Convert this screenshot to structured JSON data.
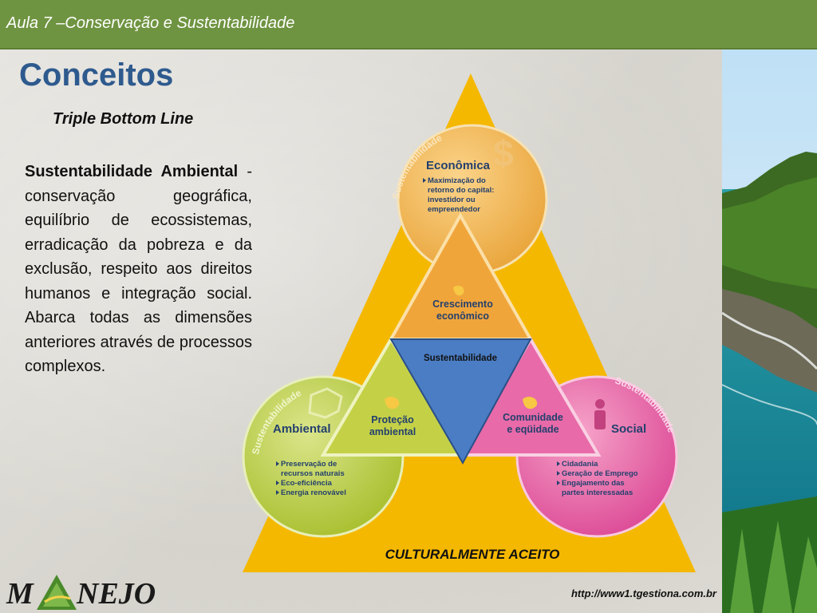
{
  "header": {
    "title": "Aula 7 –Conservação e Sustentabilidade"
  },
  "main": {
    "title": "Conceitos",
    "subtitle": "Triple Bottom Line",
    "body": {
      "term": "Sustentabilidade Ambiental",
      "text": " - conservação geográfica, equilíbrio de ecossistemas, erradicação da pobreza e da exclusão, respeito aos direitos humanos e integração social. Abarca todas as dimensões anteriores através de processos complexos."
    }
  },
  "diagram": {
    "base_label": "CULTURALMENTE ACEITO",
    "center_label": "Sustentabilidade",
    "economica": {
      "arc_label": "Sustentabilidade",
      "title": "Econômica",
      "bullets": [
        "Maximização do",
        "retorno do capital:",
        "investidor ou",
        "empreendedor"
      ]
    },
    "ambiental": {
      "arc_label": "Sustentabilidade",
      "title": "Ambiental",
      "bullets": [
        "Preservação de",
        "recursos naturais",
        "Eco-eficiência",
        "Energia renovável"
      ]
    },
    "social": {
      "arc_label": "Sustentabilidade",
      "title": "Social",
      "bullets": [
        "Cidadania",
        "Geração de Emprego",
        "Engajamento das",
        "partes interessadas"
      ]
    },
    "crescimento": [
      "Crescimento",
      "econômico"
    ],
    "protecao": [
      "Proteção",
      "ambiental"
    ],
    "comunidade": [
      "Comunidade",
      "e eqüidade"
    ],
    "colors": {
      "triangle": "#f5b800",
      "economica": "#f2b347",
      "ambiental": "#b6c93c",
      "social": "#e65fa3",
      "center": "#4a7dc4"
    }
  },
  "footer": {
    "url": "http://www1.tgestiona.com.br"
  },
  "logo": {
    "left": "M",
    "right": "NEJO"
  }
}
